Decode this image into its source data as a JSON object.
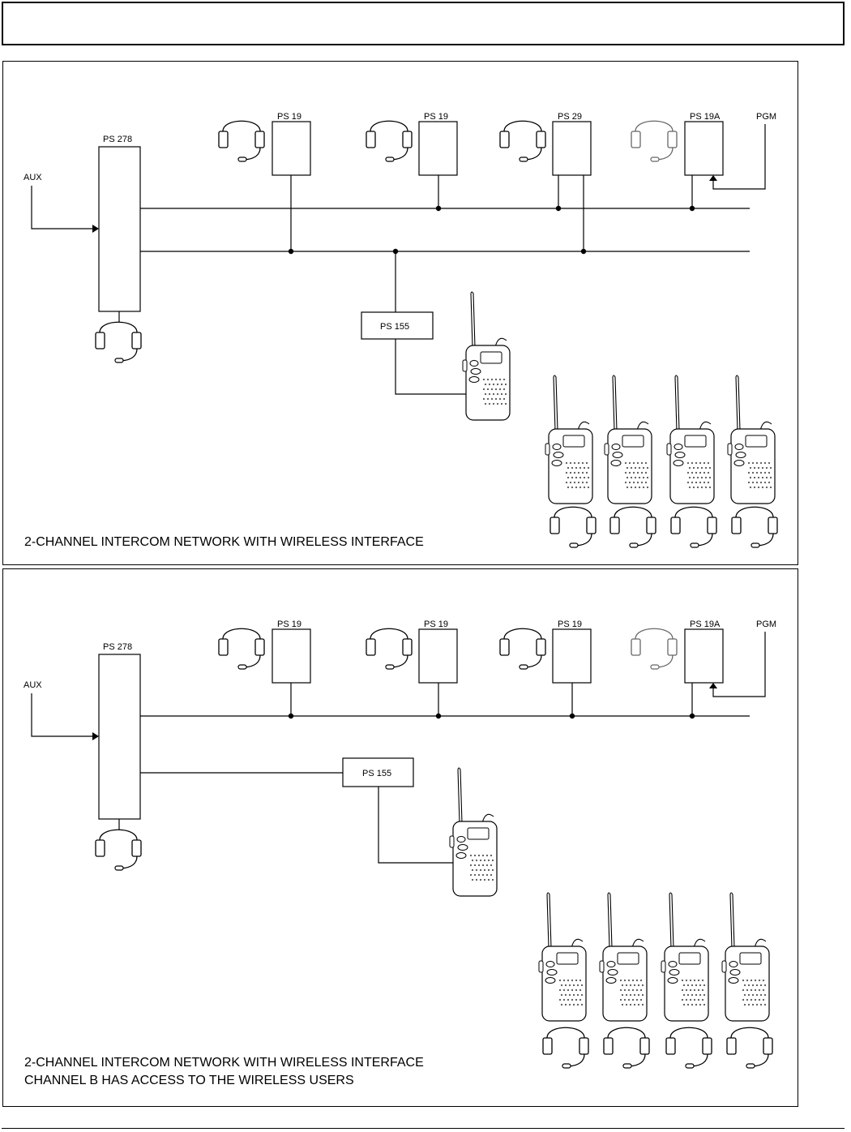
{
  "header": {
    "title": ""
  },
  "diagram1": {
    "master_label": "PS 278",
    "aux_label": "AUX",
    "pgm_label": "PGM",
    "beltpacks": [
      "PS 19",
      "PS 19",
      "PS 29",
      "PS 19A"
    ],
    "wireless_label": "PS 155",
    "caption_lines": [
      "2-CHANNEL INTERCOM NETWORK WITH WIRELESS INTERFACE"
    ]
  },
  "diagram2": {
    "master_label": "PS 278",
    "aux_label": "AUX",
    "pgm_label": "PGM",
    "beltpacks": [
      "PS 19",
      "PS 19",
      "PS 19",
      "PS 19A"
    ],
    "wireless_label": "PS 155",
    "caption_lines": [
      "2-CHANNEL INTERCOM NETWORK WITH WIRELESS INTERFACE",
      "CHANNEL B HAS ACCESS TO THE WIRELESS USERS"
    ]
  },
  "icons": {
    "headset": "headset-icon",
    "radio": "walkie-talkie-icon"
  }
}
